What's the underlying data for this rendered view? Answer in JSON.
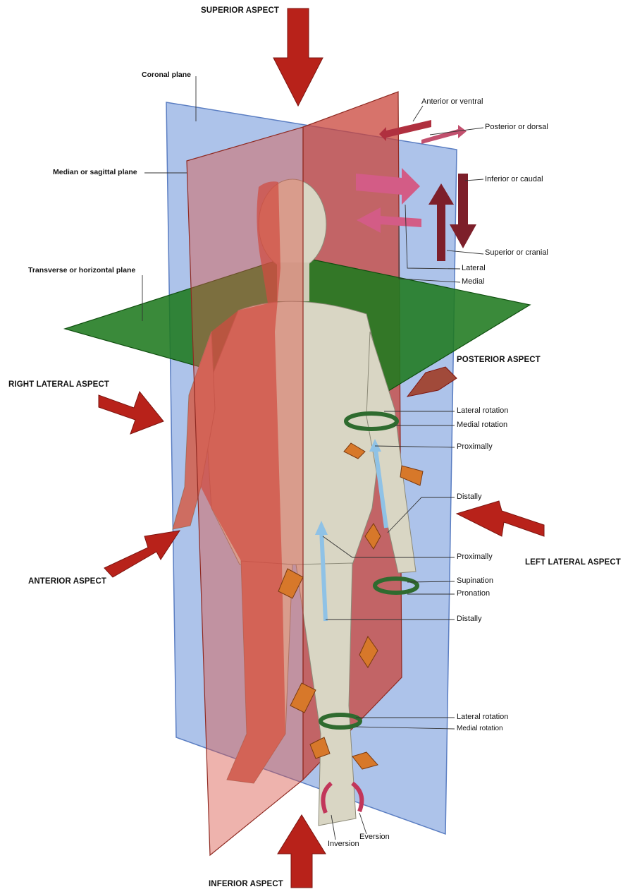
{
  "aspects": {
    "superior": "SUPERIOR ASPECT",
    "inferior": "INFERIOR ASPECT",
    "right_lateral": "RIGHT LATERAL ASPECT",
    "left_lateral": "LEFT LATERAL ASPECT",
    "anterior": "ANTERIOR ASPECT",
    "posterior": "POSTERIOR ASPECT"
  },
  "planes": {
    "coronal": "Coronal plane",
    "median": "Median or sagittal plane",
    "transverse": "Transverse or horizontal plane"
  },
  "directions": {
    "anterior": "Anterior or ventral",
    "posterior": "Posterior or dorsal",
    "inferior": "Inferior or caudal",
    "superior": "Superior or cranial",
    "lateral": "Lateral",
    "medial": "Medial"
  },
  "movements": {
    "arm_lateral_rotation": "Lateral rotation",
    "arm_medial_rotation": "Medial rotation",
    "arm_proximally": "Proximally",
    "arm_distally": "Distally",
    "leg_proximally": "Proximally",
    "supination": "Supination",
    "pronation": "Pronation",
    "leg_distally": "Distally",
    "leg_lateral_rotation": "Lateral rotation",
    "leg_medial_rotation": "Medial rotation",
    "inversion": "Inversion",
    "eversion": "Eversion"
  },
  "colors": {
    "coronal_plane": "#9fb8e6",
    "sagittal_plane": "#d9574a",
    "transverse_plane": "#1f7a1f",
    "aspect_arrow": "#b8221a",
    "direction_arrow": "#c2506e",
    "skin": "#d9d6c4",
    "rotation_ring": "#2f6b2f"
  }
}
